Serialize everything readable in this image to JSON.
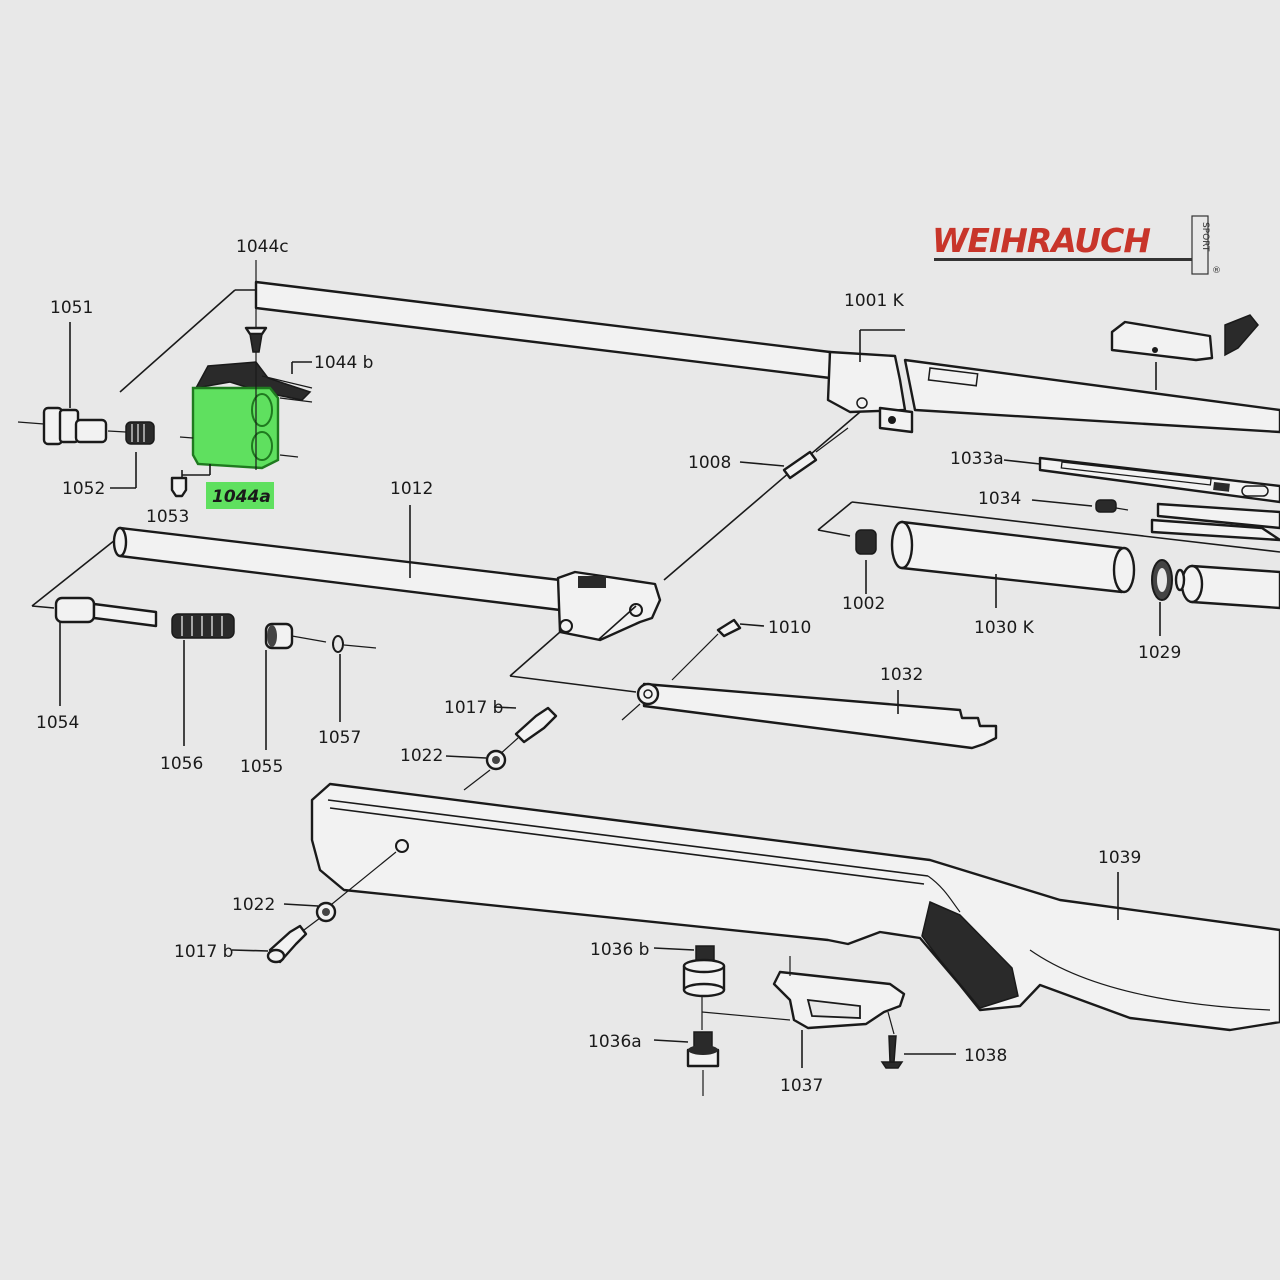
{
  "brand": {
    "name": "WEIHRAUCH",
    "sub": "SPORT",
    "reg": "®",
    "color": "#c8352a"
  },
  "highlight": {
    "part": "1044a",
    "color": "#5fe05f"
  },
  "labels": {
    "p1044c": "1044c",
    "p1051": "1051",
    "p1044b": "1044 b",
    "p1001k": "1001 K",
    "p1052": "1052",
    "p1044a": "1044a",
    "p1053": "1053",
    "p1008": "1008",
    "p1033a": "1033a",
    "p1012": "1012",
    "p1034": "1034",
    "p1002": "1002",
    "p1030k": "1030 K",
    "p1029": "1029",
    "p1010": "1010",
    "p1054": "1054",
    "p1056": "1056",
    "p1055": "1055",
    "p1057": "1057",
    "p1032": "1032",
    "p1017b_a": "1017 b",
    "p1022_a": "1022",
    "p1039": "1039",
    "p1022_b": "1022",
    "p1017b_b": "1017 b",
    "p1036b": "1036 b",
    "p1036a": "1036a",
    "p1037": "1037",
    "p1038": "1038"
  }
}
